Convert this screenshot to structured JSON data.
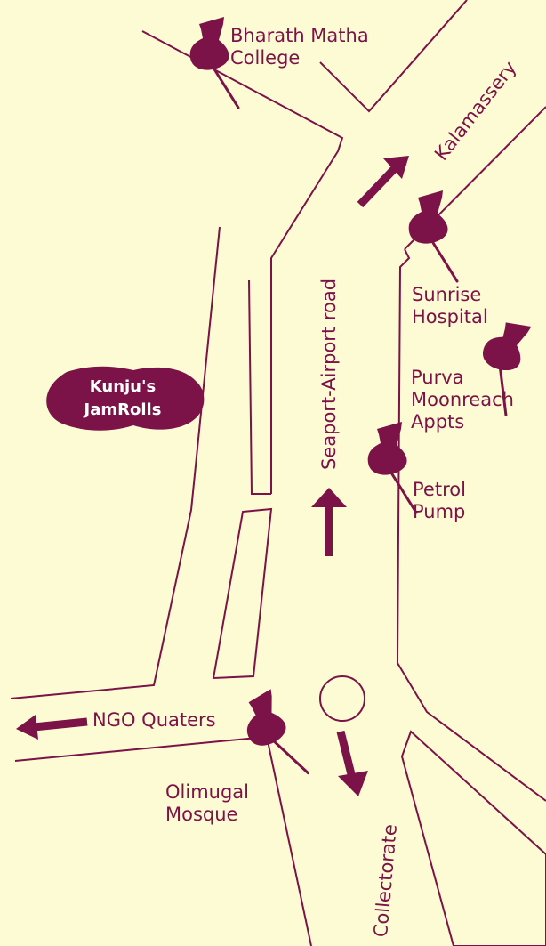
{
  "colors": {
    "background": "#fdfbd3",
    "ink": "#7b1248"
  },
  "map": {
    "roads": {
      "main": "Seaport-Airport road",
      "north": "Kalamassery",
      "west": "NGO Quaters",
      "south": "Collectorate"
    },
    "highlight": {
      "line1": "Kunju's",
      "line2": "JamRolls"
    },
    "landmarks": [
      {
        "line1": "Bharath Matha",
        "line2": "College",
        "icon": "pushpin-icon"
      },
      {
        "line1": "Sunrise",
        "line2": "Hospital",
        "icon": "pushpin-icon"
      },
      {
        "line1": "Purva",
        "line2": "Moonreach",
        "line3": "Appts",
        "icon": "pushpin-icon"
      },
      {
        "line1": "Petrol",
        "line2": "Pump",
        "icon": "pushpin-icon"
      },
      {
        "line1": "Olimugal",
        "line2": "Mosque",
        "icon": "pushpin-icon"
      }
    ],
    "icons": {
      "roundabout": "roundabout-icon",
      "arrow": "arrow-icon"
    }
  }
}
